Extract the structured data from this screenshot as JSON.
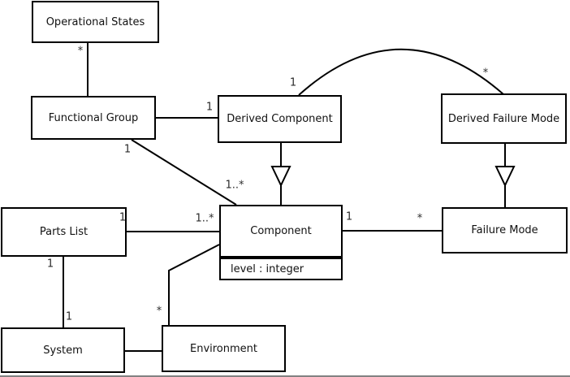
{
  "diagram": {
    "kind": "uml-class-diagram",
    "background": "#ffffff",
    "line_color": "#000000",
    "border_color": "#828282"
  },
  "nodes": {
    "operational_states": {
      "label": "Operational States"
    },
    "functional_group": {
      "label": "Functional Group"
    },
    "derived_component": {
      "label": "Derived Component"
    },
    "derived_failure_mode": {
      "label": "Derived Failure Mode"
    },
    "parts_list": {
      "label": "Parts List"
    },
    "component": {
      "label": "Component",
      "attribute": "level : integer"
    },
    "failure_mode": {
      "label": "Failure Mode"
    },
    "system": {
      "label": "System"
    },
    "environment": {
      "label": "Environment"
    }
  },
  "edges": [
    {
      "id": "opstates-funcgroup",
      "type": "association",
      "from": "Operational States",
      "to": "Functional Group",
      "from_label": "*",
      "to_label": ""
    },
    {
      "id": "funcgroup-derivedcomp",
      "type": "association",
      "from": "Functional Group",
      "to": "Derived Component",
      "from_label": "",
      "to_label": "1"
    },
    {
      "id": "funcgroup-component",
      "type": "association",
      "from": "Functional Group",
      "to": "Component",
      "from_label": "1",
      "to_label": "1..*"
    },
    {
      "id": "derivedcomp-derivedfm",
      "type": "association",
      "from": "Derived Component",
      "to": "Derived Failure Mode",
      "from_label": "1",
      "to_label": "*"
    },
    {
      "id": "derivedcomp-component",
      "type": "generalization",
      "from": "Derived Component",
      "to": "Component",
      "from_label": "",
      "to_label": ""
    },
    {
      "id": "derivedfm-failuremode",
      "type": "generalization",
      "from": "Derived Failure Mode",
      "to": "Failure Mode",
      "from_label": "",
      "to_label": ""
    },
    {
      "id": "partslist-component",
      "type": "association",
      "from": "Parts List",
      "to": "Component",
      "from_label": "1",
      "to_label": "1..*"
    },
    {
      "id": "partslist-system",
      "type": "association",
      "from": "Parts List",
      "to": "System",
      "from_label": "1",
      "to_label": "1"
    },
    {
      "id": "component-failuremode",
      "type": "association",
      "from": "Component",
      "to": "Failure Mode",
      "from_label": "1",
      "to_label": "*"
    },
    {
      "id": "component-environment",
      "type": "association",
      "from": "Component",
      "to": "Environment",
      "from_label": "",
      "to_label": "*"
    },
    {
      "id": "system-environment",
      "type": "association",
      "from": "System",
      "to": "Environment",
      "from_label": "",
      "to_label": ""
    }
  ]
}
